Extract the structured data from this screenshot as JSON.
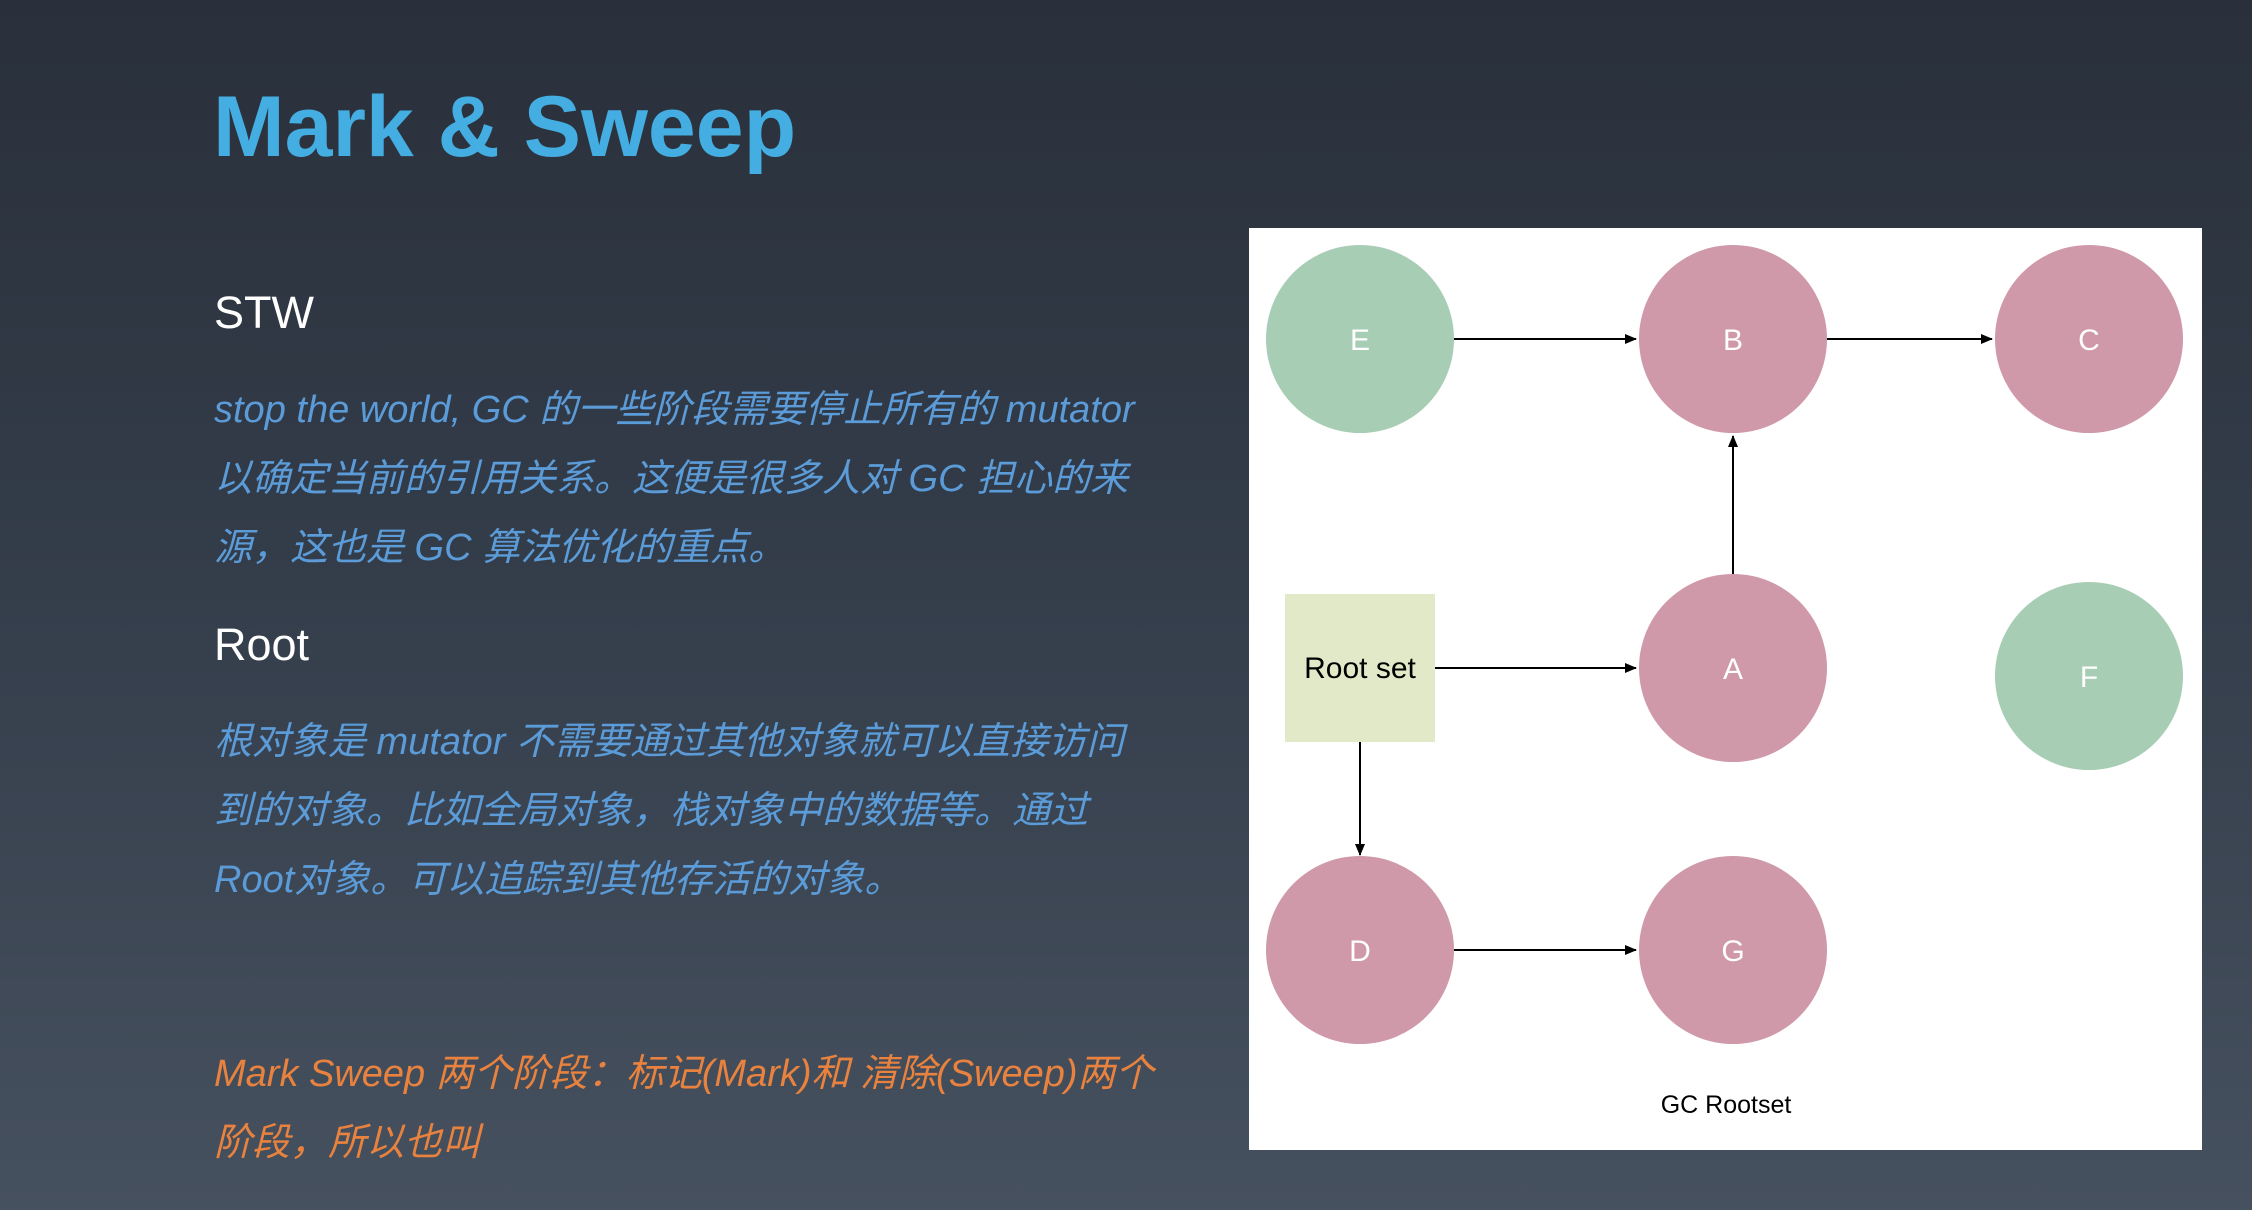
{
  "slide": {
    "title": "Mark & Sweep"
  },
  "stw": {
    "heading": "STW",
    "text": "stop the world, GC 的一些阶段需要停止所有的 mutator 以确定当前的引用关系。这便是很多人对 GC 担心的来源，这也是 GC 算法优化的重点。"
  },
  "root": {
    "heading": "Root",
    "text": "根对象是 mutator 不需要通过其他对象就可以直接访问到的对象。比如全局对象，栈对象中的数据等。通过Root对象。可以追踪到其他存活的对象。"
  },
  "mark_sweep": {
    "text": "Mark Sweep 两个阶段：标记(Mark)和 清除(Sweep)两个阶段，所以也叫"
  },
  "diagram": {
    "caption": "GC Rootset",
    "colors": {
      "reachable": "#cf99aa",
      "unreachable": "#a8cdb5",
      "root": "#e2e9c8",
      "arrow": "#000000"
    },
    "root_box": {
      "label": "Root set"
    },
    "nodes": [
      {
        "id": "E",
        "label": "E",
        "status": "unreachable"
      },
      {
        "id": "B",
        "label": "B",
        "status": "reachable"
      },
      {
        "id": "C",
        "label": "C",
        "status": "reachable"
      },
      {
        "id": "A",
        "label": "A",
        "status": "reachable"
      },
      {
        "id": "F",
        "label": "F",
        "status": "unreachable"
      },
      {
        "id": "D",
        "label": "D",
        "status": "reachable"
      },
      {
        "id": "G",
        "label": "G",
        "status": "reachable"
      }
    ],
    "edges": [
      {
        "from": "E",
        "to": "B"
      },
      {
        "from": "B",
        "to": "C"
      },
      {
        "from": "A",
        "to": "B"
      },
      {
        "from": "Root set",
        "to": "A"
      },
      {
        "from": "Root set",
        "to": "D"
      },
      {
        "from": "D",
        "to": "G"
      }
    ]
  }
}
